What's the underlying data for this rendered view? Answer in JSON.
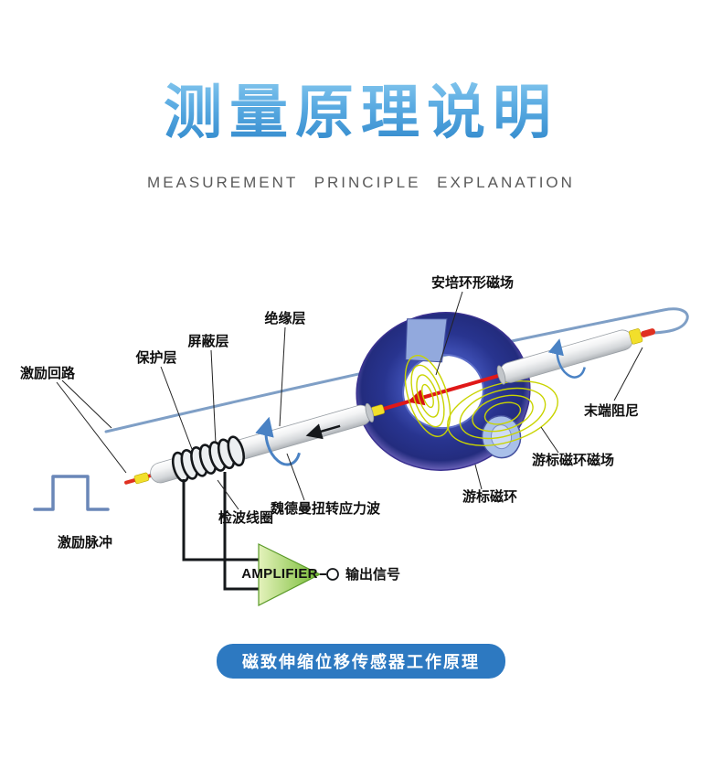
{
  "header": {
    "title": "测量原理说明",
    "subtitle": "MEASUREMENT PRINCIPLE EXPLANATION"
  },
  "diagram": {
    "labels": {
      "excitation_circuit": "激励回路",
      "protective_layer": "保护层",
      "shield_layer": "屏蔽层",
      "insulation_layer": "绝缘层",
      "ampere_ring_field": "安培环形磁场",
      "end_damping": "末端阻尼",
      "cursor_ring_field": "游标磁环磁场",
      "cursor_ring": "游标磁环",
      "wiedemann_wave": "魏德曼扭转应力波",
      "detection_coil": "检波线圈",
      "excitation_pulse": "激励脉冲",
      "amplifier": "AMPLIFIER",
      "output_signal": "输出信号"
    }
  },
  "footer": {
    "caption": "磁致伸缩位移传感器工作原理"
  },
  "colors": {
    "title_gradient_top": "#96d2f2",
    "title_gradient_bottom": "#2d85c9",
    "subtitle_gray": "#595959",
    "caption_bg": "#2d79c1",
    "magnet_ring_blue": "#28348f",
    "magnet_ring_rim_purple": "#8274cc",
    "field_line_yellow": "#c9d400",
    "waveguide_red": "#e01818",
    "sleeve_yellow": "#f2df2b",
    "amplifier_green": "#74ba32",
    "loop_wire_blue": "#7f9fc6",
    "rotation_arrow_blue": "#4a82c4"
  }
}
